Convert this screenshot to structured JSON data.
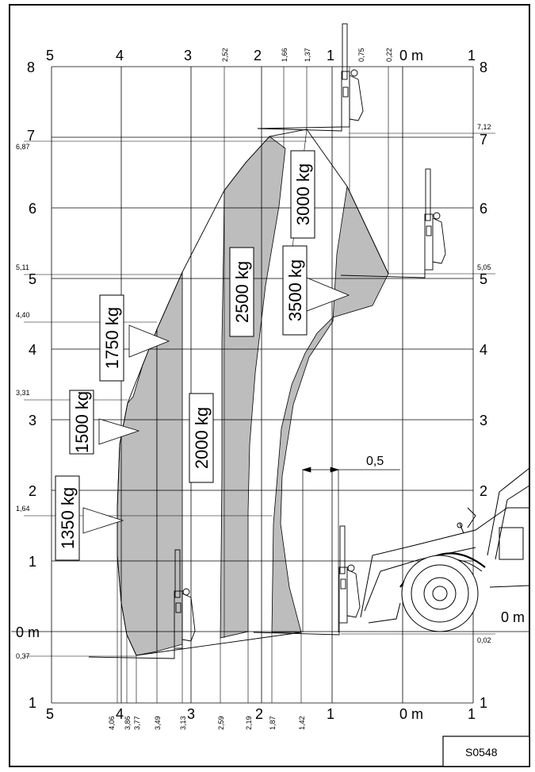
{
  "diagram": {
    "reference": "S0548",
    "dimension_label": "0,5",
    "chart_label": "0 m"
  },
  "chart_data": {
    "type": "load-chart",
    "top_axis_labels": [
      "5",
      "4",
      "3",
      "2",
      "1",
      "0 m",
      "1"
    ],
    "top_axis_values": [
      "2,52",
      "1,66",
      "1,37",
      "0,75",
      "0,22"
    ],
    "bottom_axis_labels": [
      "5",
      "4",
      "3",
      "2",
      "1",
      "0 m",
      "1"
    ],
    "bottom_axis_values": [
      "4,06",
      "3,86",
      "3,77",
      "3,49",
      "3,13",
      "2,59",
      "2,19",
      "1,87",
      "1,42"
    ],
    "left_axis_labels": [
      "8",
      "7",
      "6",
      "5",
      "4",
      "3",
      "2",
      "1",
      "0 m",
      "1"
    ],
    "left_axis_values": [
      "6,87",
      "5,11",
      "4,40",
      "3,31",
      "1,64",
      "0,37"
    ],
    "right_axis_labels": [
      "8",
      "7",
      "6",
      "5",
      "4",
      "3",
      "2"
    ],
    "right_axis_values": [
      "7,12",
      "5,05",
      "0,02"
    ],
    "load_zones": [
      "3000 kg",
      "3500 kg",
      "2500 kg",
      "1750 kg",
      "2000 kg",
      "1500 kg",
      "1350 kg"
    ]
  }
}
